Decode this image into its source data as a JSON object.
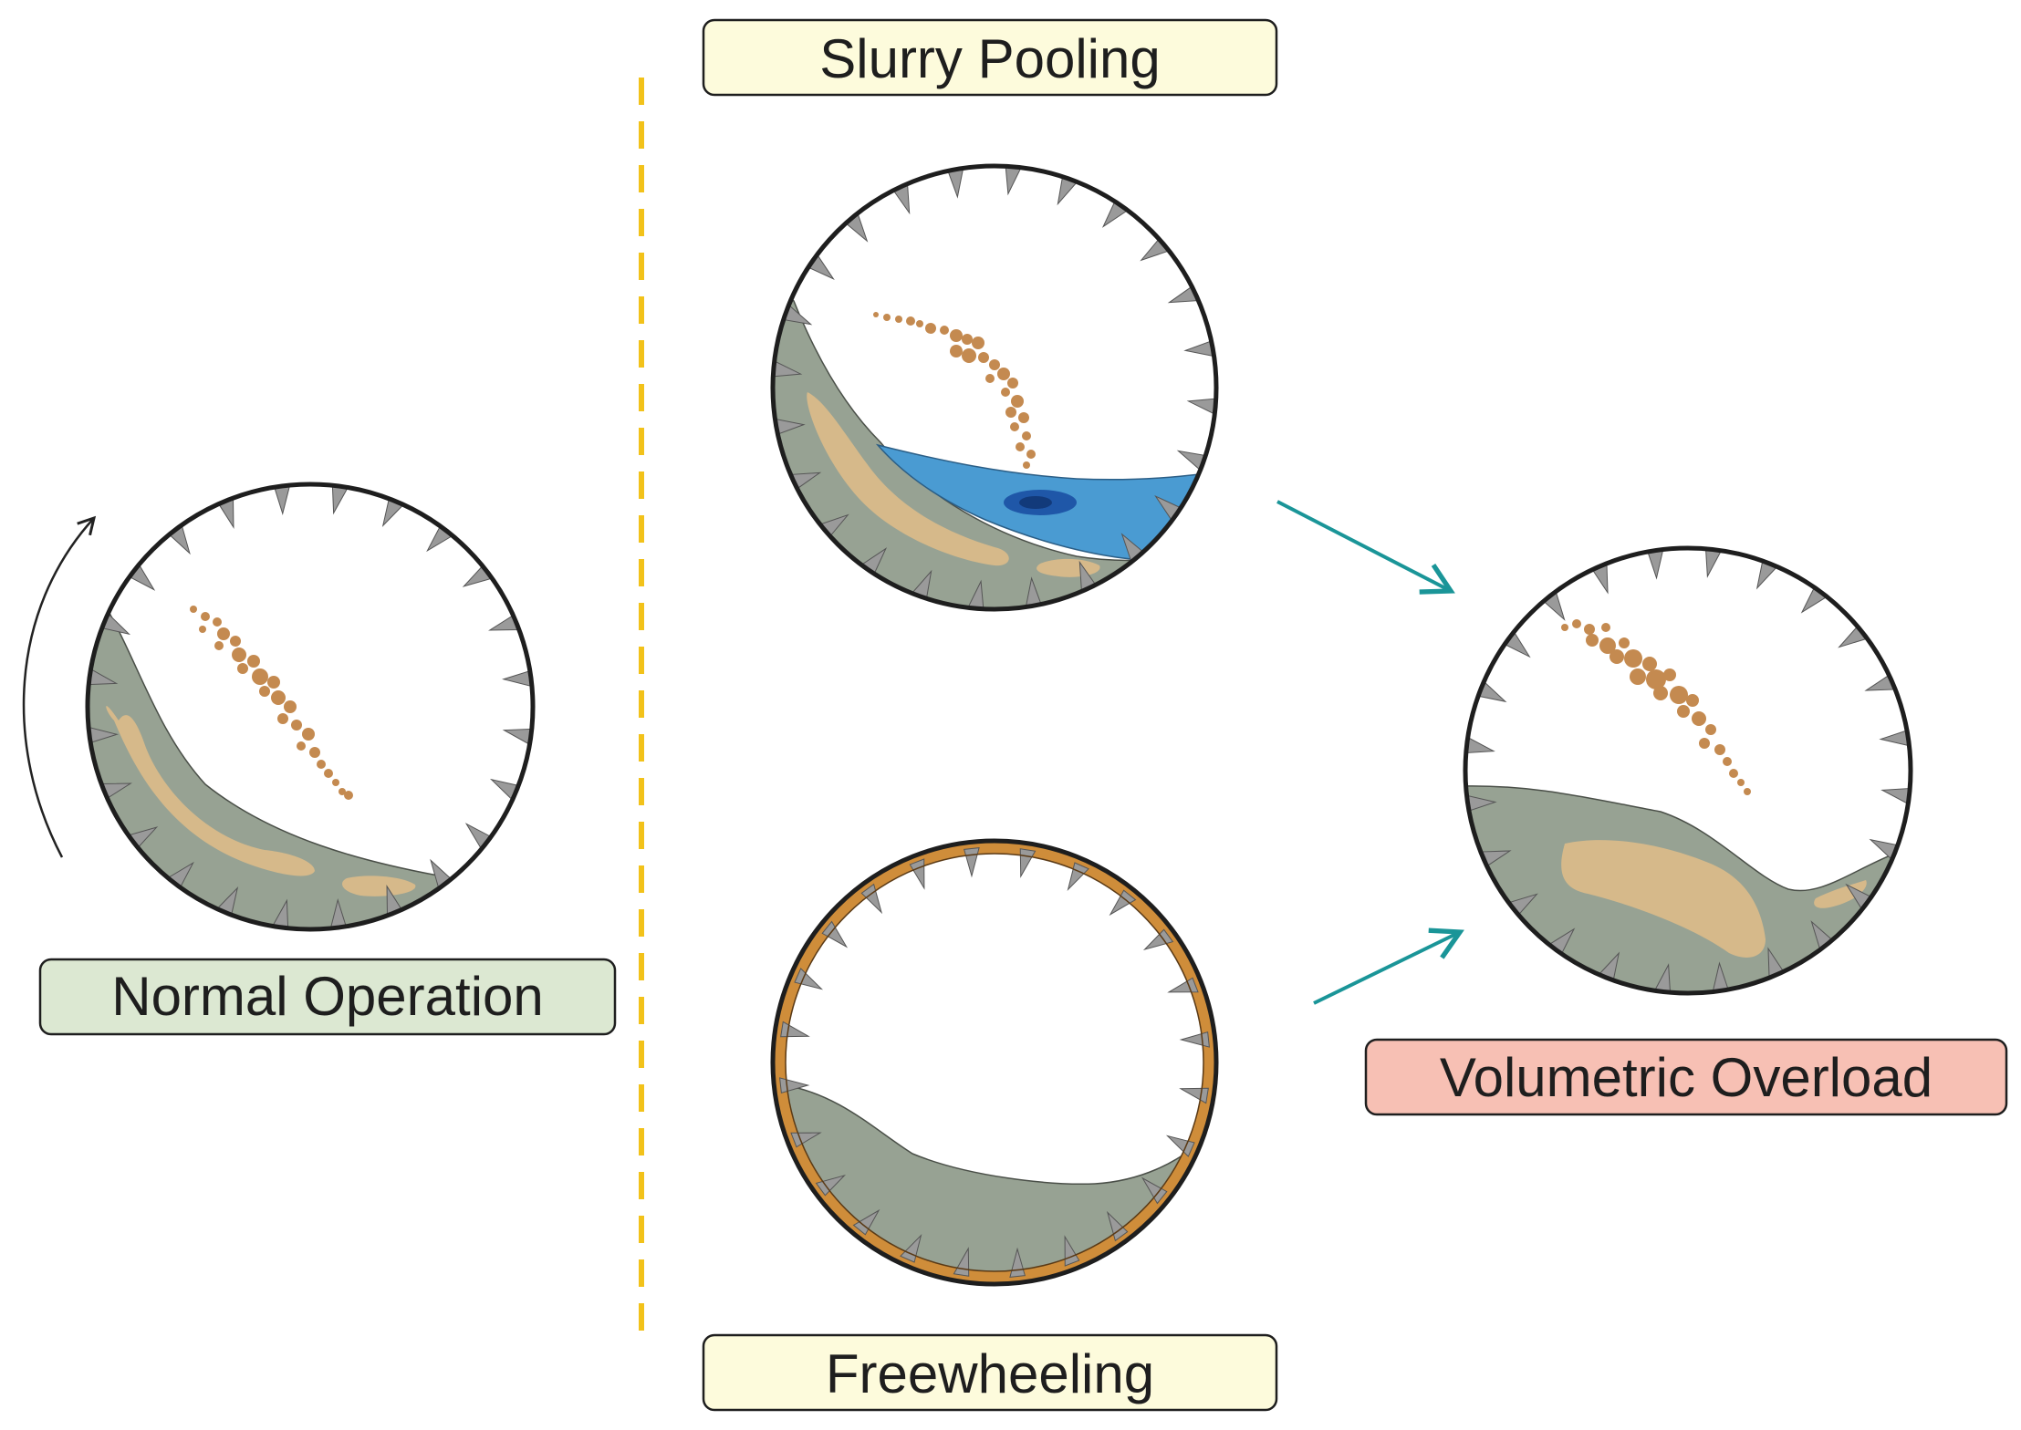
{
  "labels": {
    "normal": "Normal Operation",
    "slurry": "Slurry Pooling",
    "freewheeling": "Freewheeling",
    "overload": "Volumetric Overload"
  },
  "colors": {
    "label_green": "#dce8d2",
    "label_yellow": "#fdfbdc",
    "label_red": "#f7c0b4",
    "charge": "#97a293",
    "ore_band": "#d6b98a",
    "particles": "#c48a50",
    "slurry_blue": "#4a9bd2",
    "slurry_core": "#1f57a8",
    "coating": "#cf8d3a",
    "lifter": "#9a9a9a",
    "arrow_teal": "#1a9598",
    "divider": "#f2c21a"
  },
  "icons": [
    "rotation-arrow-icon",
    "transition-arrow-icon"
  ]
}
